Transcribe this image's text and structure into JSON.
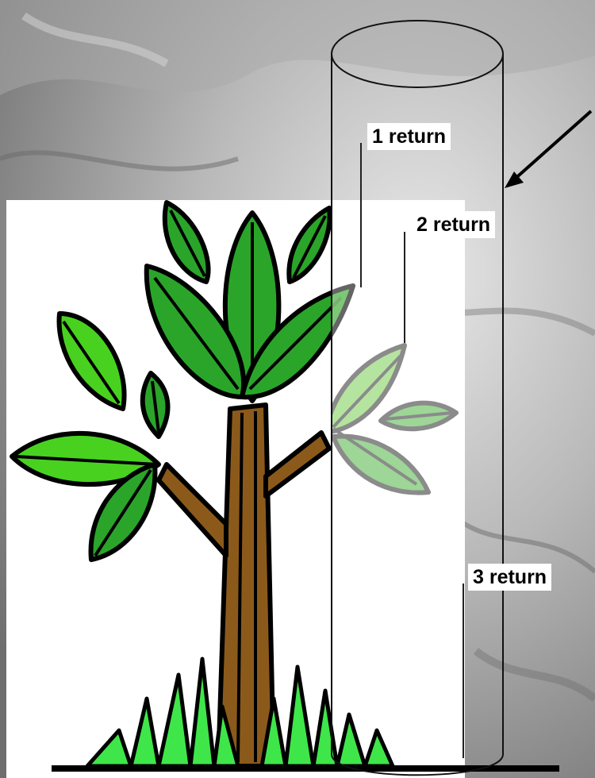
{
  "labels": {
    "return_1": "1 return",
    "return_2": "2 return",
    "return_3": "3 return"
  },
  "colors": {
    "background_gray": "#8f8f8f",
    "leaf_green": "#2aa52a",
    "leaf_light_green": "#48d21f",
    "trunk_brown": "#8b5a1b",
    "grass_green": "#3fe64a",
    "outline": "#000000"
  },
  "icons": {
    "tree": "tree-icon",
    "cylinder": "laser-cylinder-icon"
  }
}
